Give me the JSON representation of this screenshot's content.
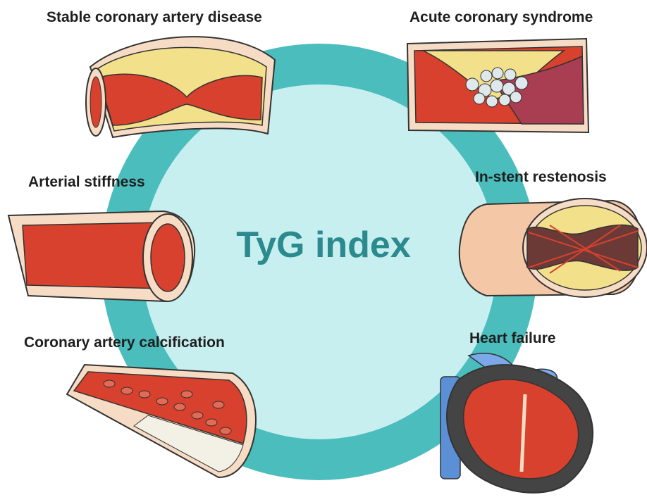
{
  "center": {
    "title": "TyG index"
  },
  "conditions": {
    "stable_cad": "Stable coronary artery disease",
    "acs": "Acute coronary syndrome",
    "arterial_stiffness": "Arterial stiffness",
    "in_stent_restenosis": "In-stent restenosis",
    "calcification": "Coronary artery calcification",
    "heart_failure": "Heart failure"
  },
  "colors": {
    "ring": "#4bbdbd",
    "inner_circle": "#c8eff0",
    "center_text": "#2b8a8e",
    "vessel_red": "#d8412e",
    "plaque_yellow": "#f3e08a",
    "vessel_wall": "#f6dcc4"
  }
}
